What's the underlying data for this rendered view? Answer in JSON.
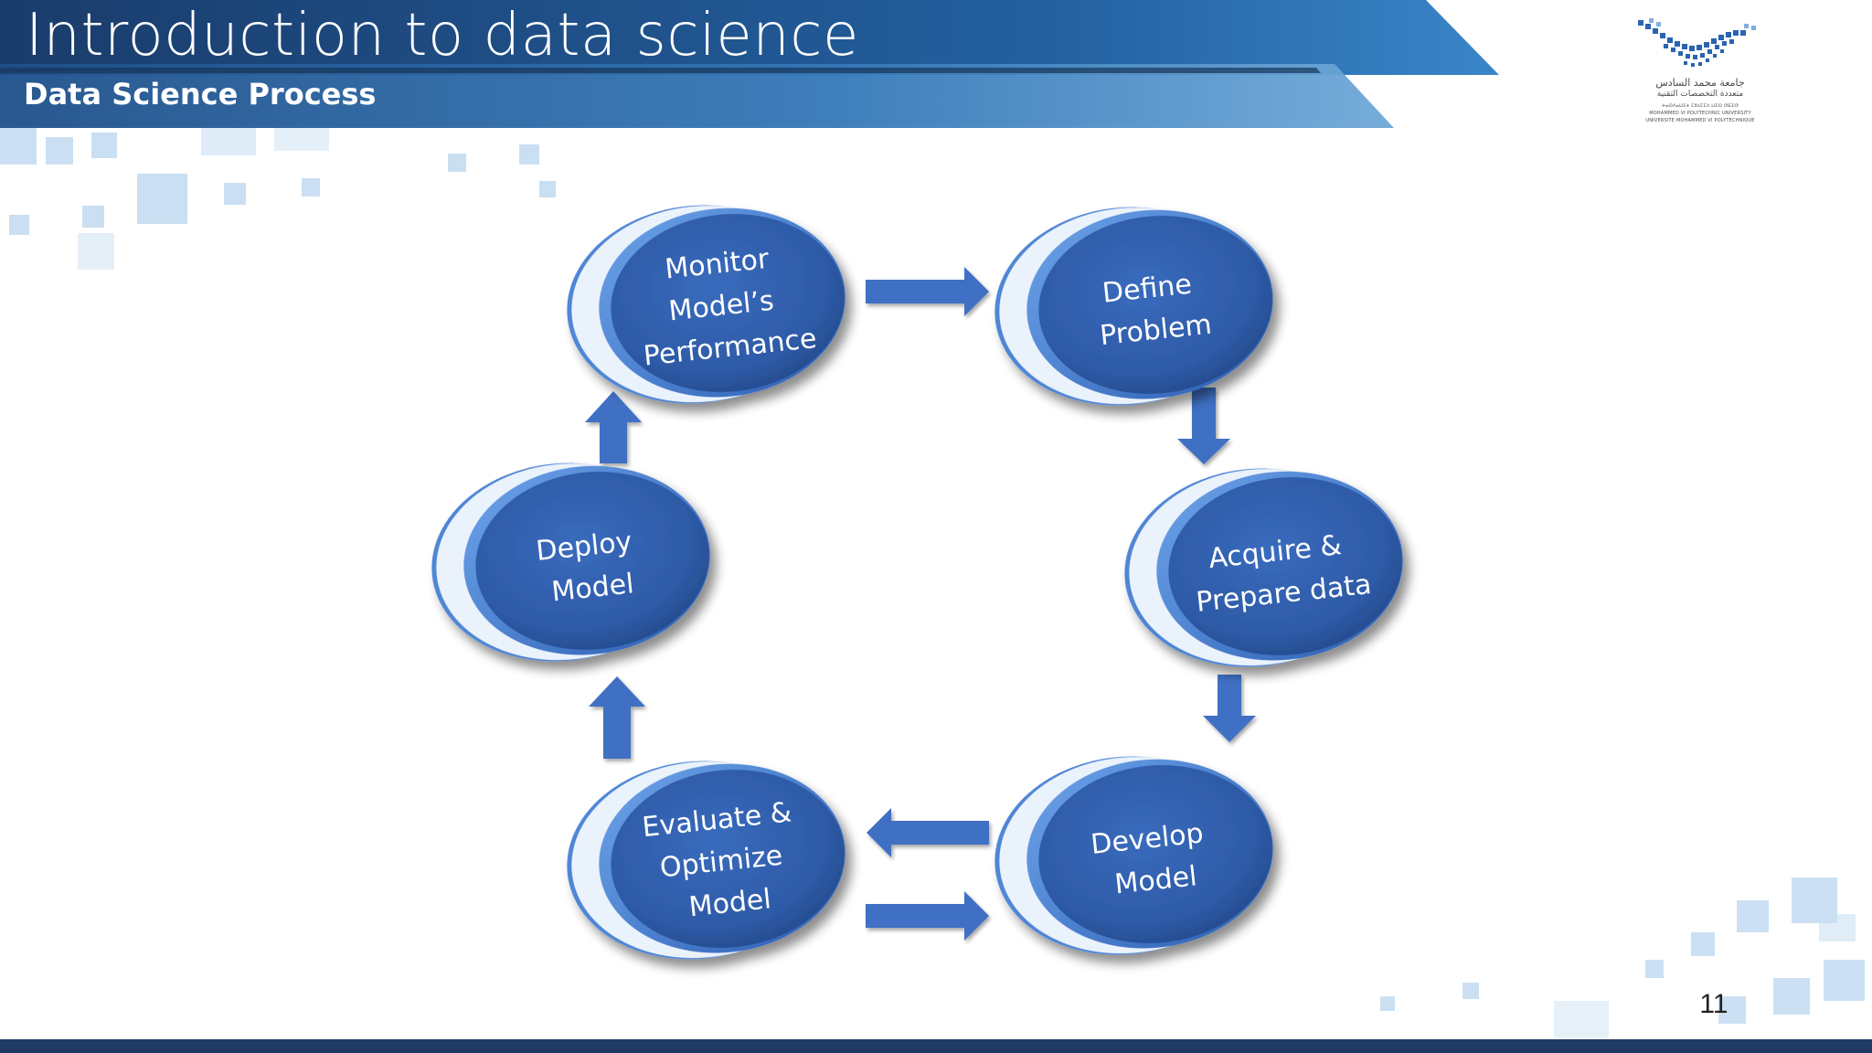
{
  "header": {
    "title": "Introduction to data science",
    "subtitle": "Data Science Process"
  },
  "logo": {
    "arabic_line1": "جامعة محمد السادس",
    "arabic_line2": "متعددة التخصصات التقنية",
    "latin_line1": "MOHAMMED VI POLYTECHNIC UNIVERSITY",
    "latin_line2": "UNIVERSITE MOHAMMED VI POLYTECHNIQUE",
    "latin_line3": "ⵜⴰⵙⴷⴰⵡⵉⵜ ⵎⵓⵃⵎⵎⴷ ⵡⵉⵙ ⵚⴹⵉⵚ"
  },
  "diagram": {
    "nodes": [
      {
        "id": "define",
        "lines": [
          "Define",
          "Problem"
        ]
      },
      {
        "id": "acquire",
        "lines": [
          "Acquire &",
          "Prepare data"
        ]
      },
      {
        "id": "develop",
        "lines": [
          "Develop",
          "Model"
        ]
      },
      {
        "id": "evaluate",
        "lines": [
          "Evaluate &",
          "Optimize",
          "Model"
        ]
      },
      {
        "id": "deploy",
        "lines": [
          "Deploy",
          "Model"
        ]
      },
      {
        "id": "monitor",
        "lines": [
          "Monitor",
          "Model’s",
          "Performance"
        ]
      }
    ],
    "edges": [
      {
        "from": "monitor",
        "to": "define"
      },
      {
        "from": "define",
        "to": "acquire"
      },
      {
        "from": "acquire",
        "to": "develop"
      },
      {
        "from": "develop",
        "to": "evaluate"
      },
      {
        "from": "evaluate",
        "to": "develop"
      },
      {
        "from": "evaluate",
        "to": "deploy"
      },
      {
        "from": "deploy",
        "to": "monitor"
      }
    ]
  },
  "colors": {
    "node_fill": "#2f5ca8",
    "node_edge": "#5a8fd8",
    "arrow": "#3f6fc4",
    "banner_dark": "#1d3f6e",
    "banner_light": "#3d7fbf"
  },
  "page_number": "11"
}
